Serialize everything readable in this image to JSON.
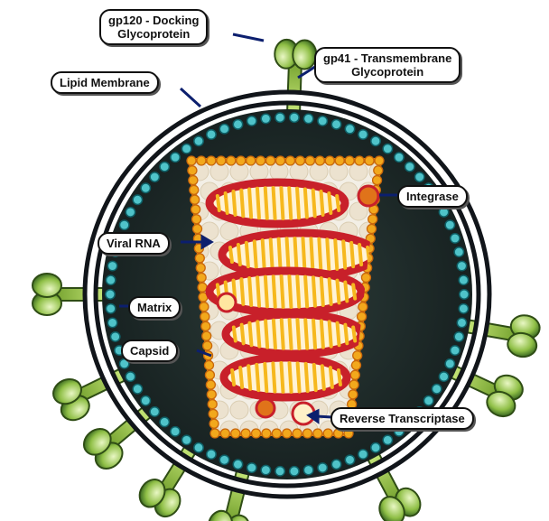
{
  "labels": {
    "gp120": {
      "line1": "gp120 - Docking",
      "line2": "Glycoprotein"
    },
    "gp41": {
      "line1": "gp41 - Transmembrane",
      "line2": "Glycoprotein"
    },
    "lipid_membrane": "Lipid Membrane",
    "integrase": "Integrase",
    "viral_rna": "Viral RNA",
    "matrix": "Matrix",
    "capsid": "Capsid",
    "reverse_transcriptase": "Reverse Transcriptase"
  },
  "colors": {
    "membrane": "#11151a",
    "matrix_beads": "#4fc3c9",
    "interior": "#1e2b2a",
    "capsid_beads": "#f2a81c",
    "capsid_fill": "#f3efe6",
    "rna_outline": "#c8202a",
    "rna_spokes": "#f6b81e",
    "glycoprotein_stem": "#9acb3c",
    "glycoprotein_head": "#3f7f2a",
    "pointer": "#0c1f6e"
  }
}
